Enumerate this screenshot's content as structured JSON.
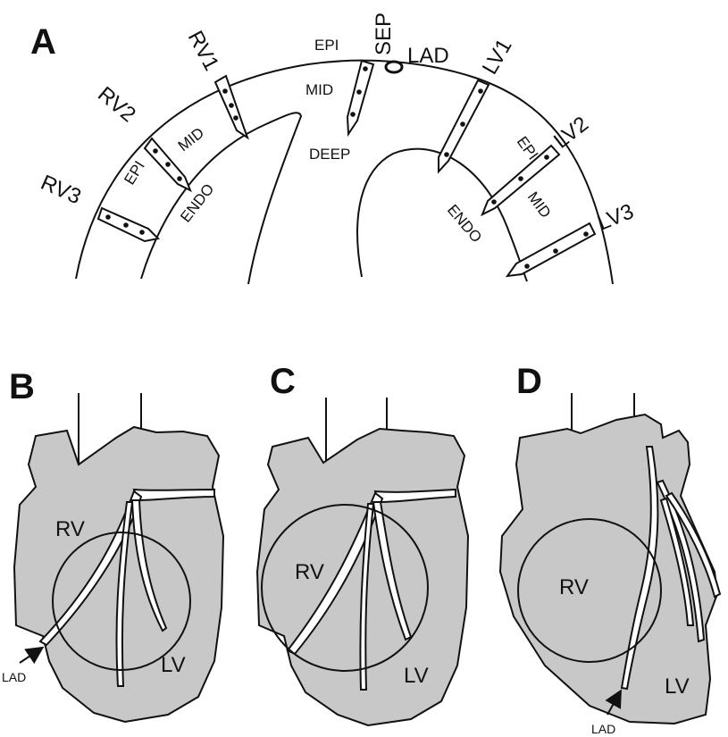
{
  "panels": {
    "a": "A",
    "b": "B",
    "c": "C",
    "d": "D"
  },
  "labels": {
    "rv1": "RV1",
    "rv2": "RV2",
    "rv3": "RV3",
    "sep": "SEP",
    "lad_top": "LAD",
    "lv1": "LV1",
    "lv2": "LV2",
    "lv3": "LV3",
    "epi_rv": "EPI",
    "mid_rv": "MID",
    "endo_rv": "ENDO",
    "epi_sep": "EPI",
    "mid_sep": "MID",
    "deep_sep": "DEEP",
    "epi_lv": "EPI",
    "mid_lv": "MID",
    "endo_lv": "ENDO"
  },
  "heart_b": {
    "rv": "RV",
    "lv": "LV",
    "lad": "LAD"
  },
  "heart_c": {
    "rv": "RV",
    "lv": "LV"
  },
  "heart_d": {
    "rv": "RV",
    "lv": "LV",
    "lad": "LAD"
  }
}
